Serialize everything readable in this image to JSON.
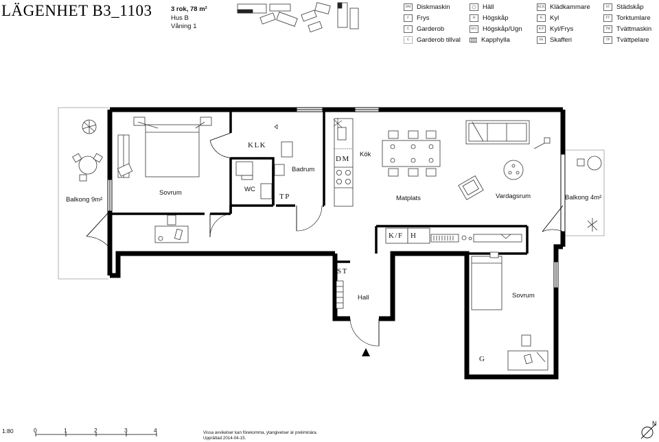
{
  "header": {
    "title": "LÄGENHET B3_1103",
    "rooms_area": "3 rok, 78 m²",
    "building": "Hus B",
    "floor": "Våning 1"
  },
  "legend": [
    {
      "code": "DM",
      "label": "Diskmaskin"
    },
    {
      "code": "F",
      "label": "Frys"
    },
    {
      "code": "G",
      "label": "Garderob"
    },
    {
      "code": "G",
      "label": "Garderob tillval"
    },
    {
      "code": "",
      "label": "Häll"
    },
    {
      "code": "H",
      "label": "Högskåp"
    },
    {
      "code": "H/U",
      "label": "Högskåp/Ugn"
    },
    {
      "code": "",
      "label": "Kapphylla"
    },
    {
      "code": "KLK",
      "label": "Klädkammare"
    },
    {
      "code": "K",
      "label": "Kyl"
    },
    {
      "code": "K/F",
      "label": "Kyl/Frys"
    },
    {
      "code": "SK",
      "label": "Skafferi"
    },
    {
      "code": "ST",
      "label": "Städskåp"
    },
    {
      "code": "FT",
      "label": "Torktumlare"
    },
    {
      "code": "TM",
      "label": "Tvättmaskin"
    },
    {
      "code": "TP",
      "label": "Tvättpelare"
    }
  ],
  "rooms": {
    "balkong_west": "Balkong 9m²",
    "sovrum_1": "Sovrum",
    "klk": "KLK",
    "wc": "WC",
    "tp": "TP",
    "badrum": "Badrum",
    "dm": "DM",
    "kok": "Kök",
    "matplats": "Matplats",
    "vardagsrum": "Vardagsrum",
    "balkong_east": "Balkong 4m²",
    "kf": "K/F",
    "h": "H",
    "st": "ST",
    "hall": "Hall",
    "sovrum_2": "Sovrum",
    "g": "G"
  },
  "scale": {
    "ratio": "1:80",
    "ticks": [
      "0",
      "1",
      "2",
      "3",
      "4"
    ]
  },
  "disclaimer": "Vissa avvikelser kan förekomma, ytangivelser är preliminära. Upprättad 2014-04-15.",
  "north": "N"
}
